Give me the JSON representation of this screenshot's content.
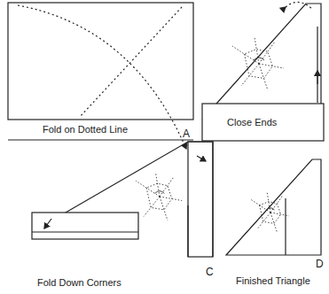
{
  "diagram": {
    "labels": [
      "Fold on Dotted Line",
      "A",
      "Close Ends",
      "Fold Down Corners",
      "C",
      "Finished Triangle",
      "D"
    ]
  }
}
